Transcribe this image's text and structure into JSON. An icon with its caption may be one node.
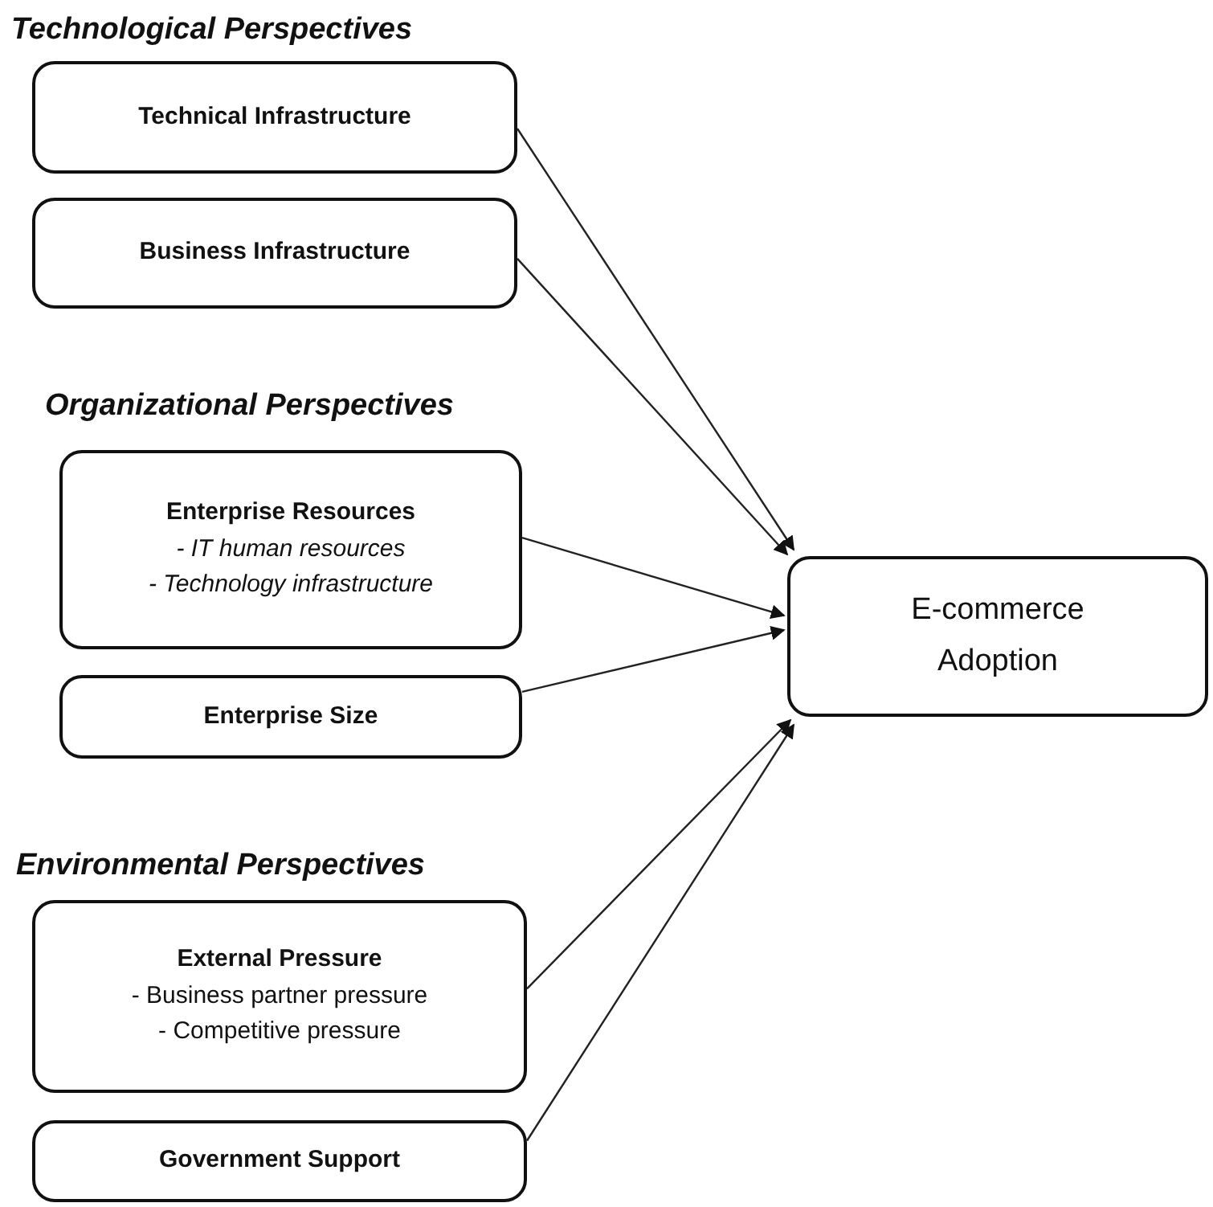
{
  "diagram": {
    "nodes": [
      {
        "text": [
          "Technical Infrastructure"
        ]
      },
      {
        "text": [
          "Business Infrastructure"
        ]
      },
      {
        "text": [
          "Enterprise Resources",
          "*- IT human resources*",
          "*- Technology infrastructure*"
        ]
      },
      {
        "text": [
          "Enterprise Size"
        ]
      },
      {
        "text": [
          "External Pressure",
          "- Business partner pressure",
          "- Competitive pressure"
        ]
      },
      {
        "text": [
          "Government Support"
        ]
      },
      {
        "text": [
          "E-commerce Adoption"
        ]
      }
    ],
    "edges": [
      {
        "from": 0,
        "to": 6,
        "arrow": "to"
      },
      {
        "from": 1,
        "to": 6,
        "arrow": "to"
      },
      {
        "from": 2,
        "to": 6,
        "arrow": "to"
      },
      {
        "from": 3,
        "to": 6,
        "arrow": "to"
      },
      {
        "from": 4,
        "to": 6,
        "arrow": "to"
      },
      {
        "from": 5,
        "to": 6,
        "arrow": "to"
      }
    ],
    "labels": [
      "Technological Perspectives",
      "Organizational Perspectives",
      "Environmental Perspectives"
    ]
  }
}
